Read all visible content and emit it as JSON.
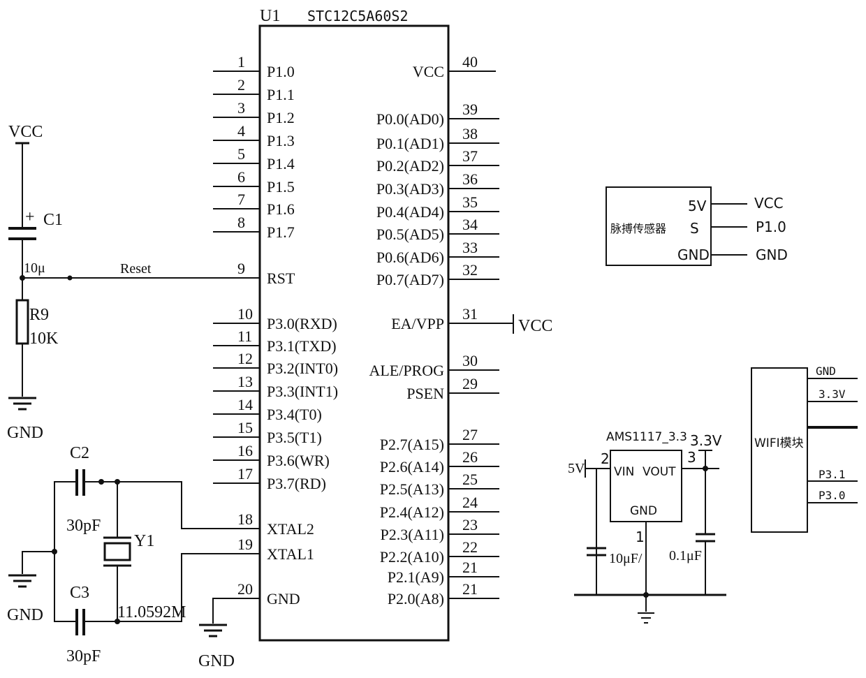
{
  "chip": {
    "ref": "U1",
    "part": "STC12C5A60S2",
    "left_pins": [
      {
        "num": "1",
        "name": "P1.0"
      },
      {
        "num": "2",
        "name": "P1.1"
      },
      {
        "num": "3",
        "name": "P1.2"
      },
      {
        "num": "4",
        "name": "P1.3"
      },
      {
        "num": "5",
        "name": "P1.4"
      },
      {
        "num": "6",
        "name": "P1.5"
      },
      {
        "num": "7",
        "name": "P1.6"
      },
      {
        "num": "8",
        "name": "P1.7"
      },
      {
        "num": "9",
        "name": "RST"
      },
      {
        "num": "10",
        "name": "P3.0(RXD)"
      },
      {
        "num": "11",
        "name": "P3.1(TXD)"
      },
      {
        "num": "12",
        "name": "P3.2(INT0)"
      },
      {
        "num": "13",
        "name": "P3.3(INT1)"
      },
      {
        "num": "14",
        "name": "P3.4(T0)"
      },
      {
        "num": "15",
        "name": "P3.5(T1)"
      },
      {
        "num": "16",
        "name": "P3.6(WR)"
      },
      {
        "num": "17",
        "name": "P3.7(RD)"
      },
      {
        "num": "18",
        "name": "XTAL2"
      },
      {
        "num": "19",
        "name": "XTAL1"
      },
      {
        "num": "20",
        "name": "GND"
      }
    ],
    "right_pins": [
      {
        "num": "40",
        "name": "VCC"
      },
      {
        "num": "39",
        "name": "P0.0(AD0)"
      },
      {
        "num": "38",
        "name": "P0.1(AD1)"
      },
      {
        "num": "37",
        "name": "P0.2(AD2)"
      },
      {
        "num": "36",
        "name": "P0.3(AD3)"
      },
      {
        "num": "35",
        "name": "P0.4(AD4)"
      },
      {
        "num": "34",
        "name": "P0.5(AD5)"
      },
      {
        "num": "33",
        "name": "P0.6(AD6)"
      },
      {
        "num": "32",
        "name": "P0.7(AD7)"
      },
      {
        "num": "31",
        "name": "EA/VPP"
      },
      {
        "num": "30",
        "name": "ALE/PROG"
      },
      {
        "num": "29",
        "name": "PSEN"
      },
      {
        "num": "27",
        "name": "P2.7(A15)"
      },
      {
        "num": "26",
        "name": "P2.6(A14)"
      },
      {
        "num": "25",
        "name": "P2.5(A13)"
      },
      {
        "num": "24",
        "name": "P2.4(A12)"
      },
      {
        "num": "23",
        "name": "P2.3(A11)"
      },
      {
        "num": "22",
        "name": "P2.2(A10)"
      },
      {
        "num": "21",
        "name": "P2.1(A9)"
      },
      {
        "num": "21b",
        "name": "P2.0(A8)"
      }
    ],
    "ea_net": "VCC"
  },
  "reset": {
    "vcc": "VCC",
    "cap_ref": "C1",
    "cap_val": "10μ",
    "cap_plus": "+",
    "net": "Reset",
    "res_ref": "R9",
    "res_val": "10K",
    "gnd": "GND"
  },
  "crystal": {
    "c2_ref": "C2",
    "c2_val": "30pF",
    "c3_ref": "C3",
    "c3_val": "30pF",
    "y_ref": "Y1",
    "y_val": "11.0592M",
    "gnd": "GND"
  },
  "gnd20": "GND",
  "sensor": {
    "name": "脉搏传感器",
    "pins": [
      {
        "name": "5V",
        "net": "VCC"
      },
      {
        "name": "S",
        "net": "P1.0"
      },
      {
        "name": "GND",
        "net": "GND"
      }
    ]
  },
  "regulator": {
    "part": "AMS1117_3.3",
    "vin_label": "VIN",
    "vout_label": "VOUT",
    "gnd_label": "GND",
    "in_net": "5V",
    "out_net": "3.3V",
    "pin_in": "2",
    "pin_out": "3",
    "pin_gnd": "1",
    "cap_in": "10μF/",
    "cap_out": "0.1μF"
  },
  "wifi": {
    "name": "WIFI模块",
    "pins": [
      "GND",
      "3.3V",
      "",
      "P3.1",
      "P3.0"
    ]
  }
}
